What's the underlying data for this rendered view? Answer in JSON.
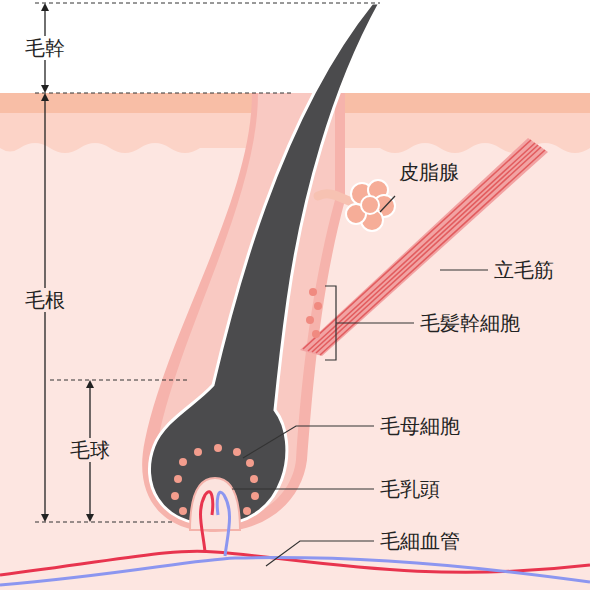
{
  "diagram": {
    "labels": [
      "毛幹",
      "毛根",
      "毛球",
      "皮脂腺",
      "立毛筋",
      "毛髪幹細胞",
      "毛母細胞",
      "毛乳頭",
      "毛細血管"
    ]
  }
}
